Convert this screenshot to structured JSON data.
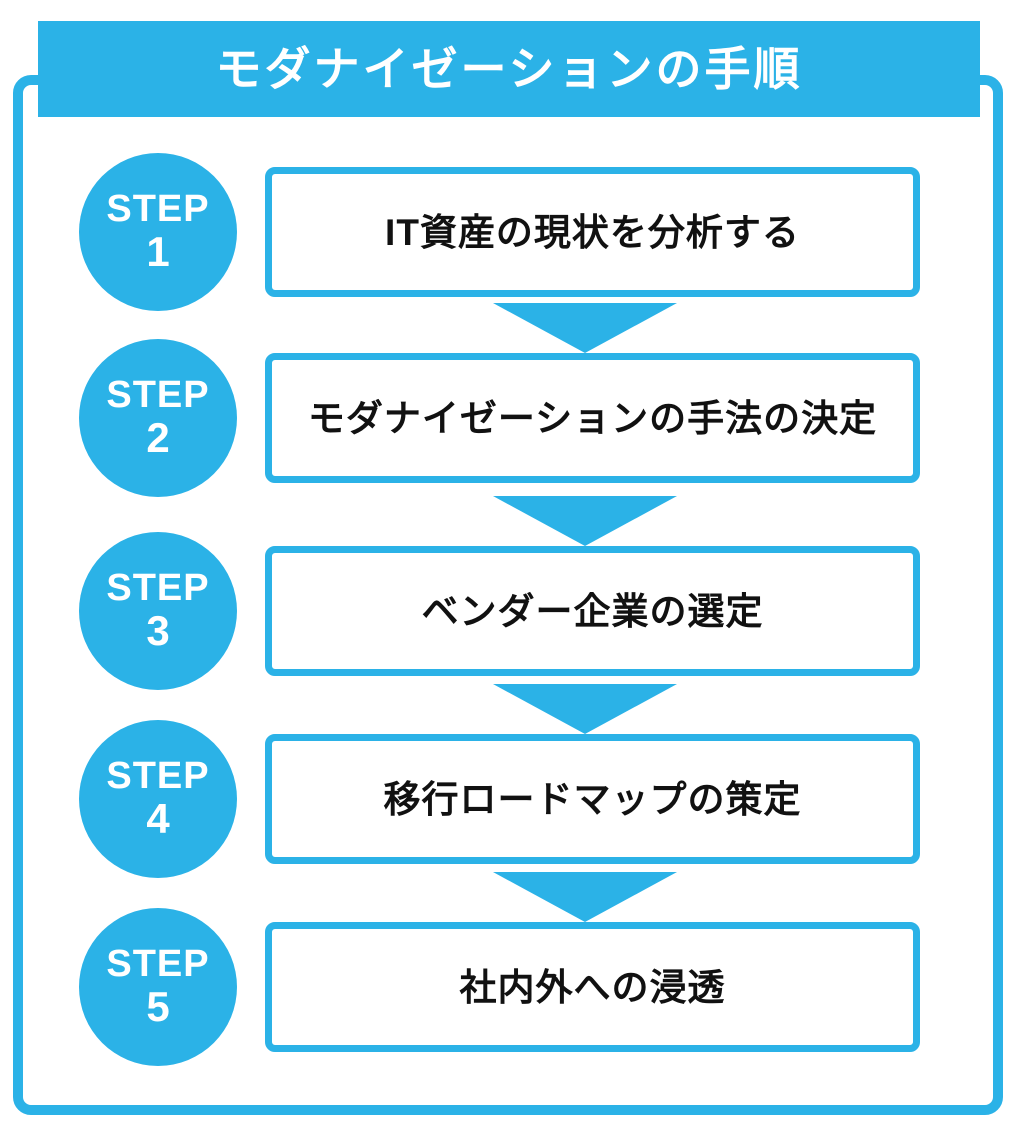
{
  "title": "モダナイゼーションの手順",
  "colors": {
    "accent": "#2BB2E7",
    "text": "#111111",
    "background": "#FFFFFF",
    "badge_text": "#FFFFFF"
  },
  "icons": {
    "down_arrow": "css-triangle-down"
  },
  "steps": [
    {
      "badge": "STEP",
      "number": "1",
      "text": "IT資産の現状を分析する"
    },
    {
      "badge": "STEP",
      "number": "2",
      "text": "モダナイゼーションの手法の決定"
    },
    {
      "badge": "STEP",
      "number": "3",
      "text": "ベンダー企業の選定"
    },
    {
      "badge": "STEP",
      "number": "4",
      "text": "移行ロードマップの策定"
    },
    {
      "badge": "STEP",
      "number": "5",
      "text": "社内外への浸透"
    }
  ]
}
